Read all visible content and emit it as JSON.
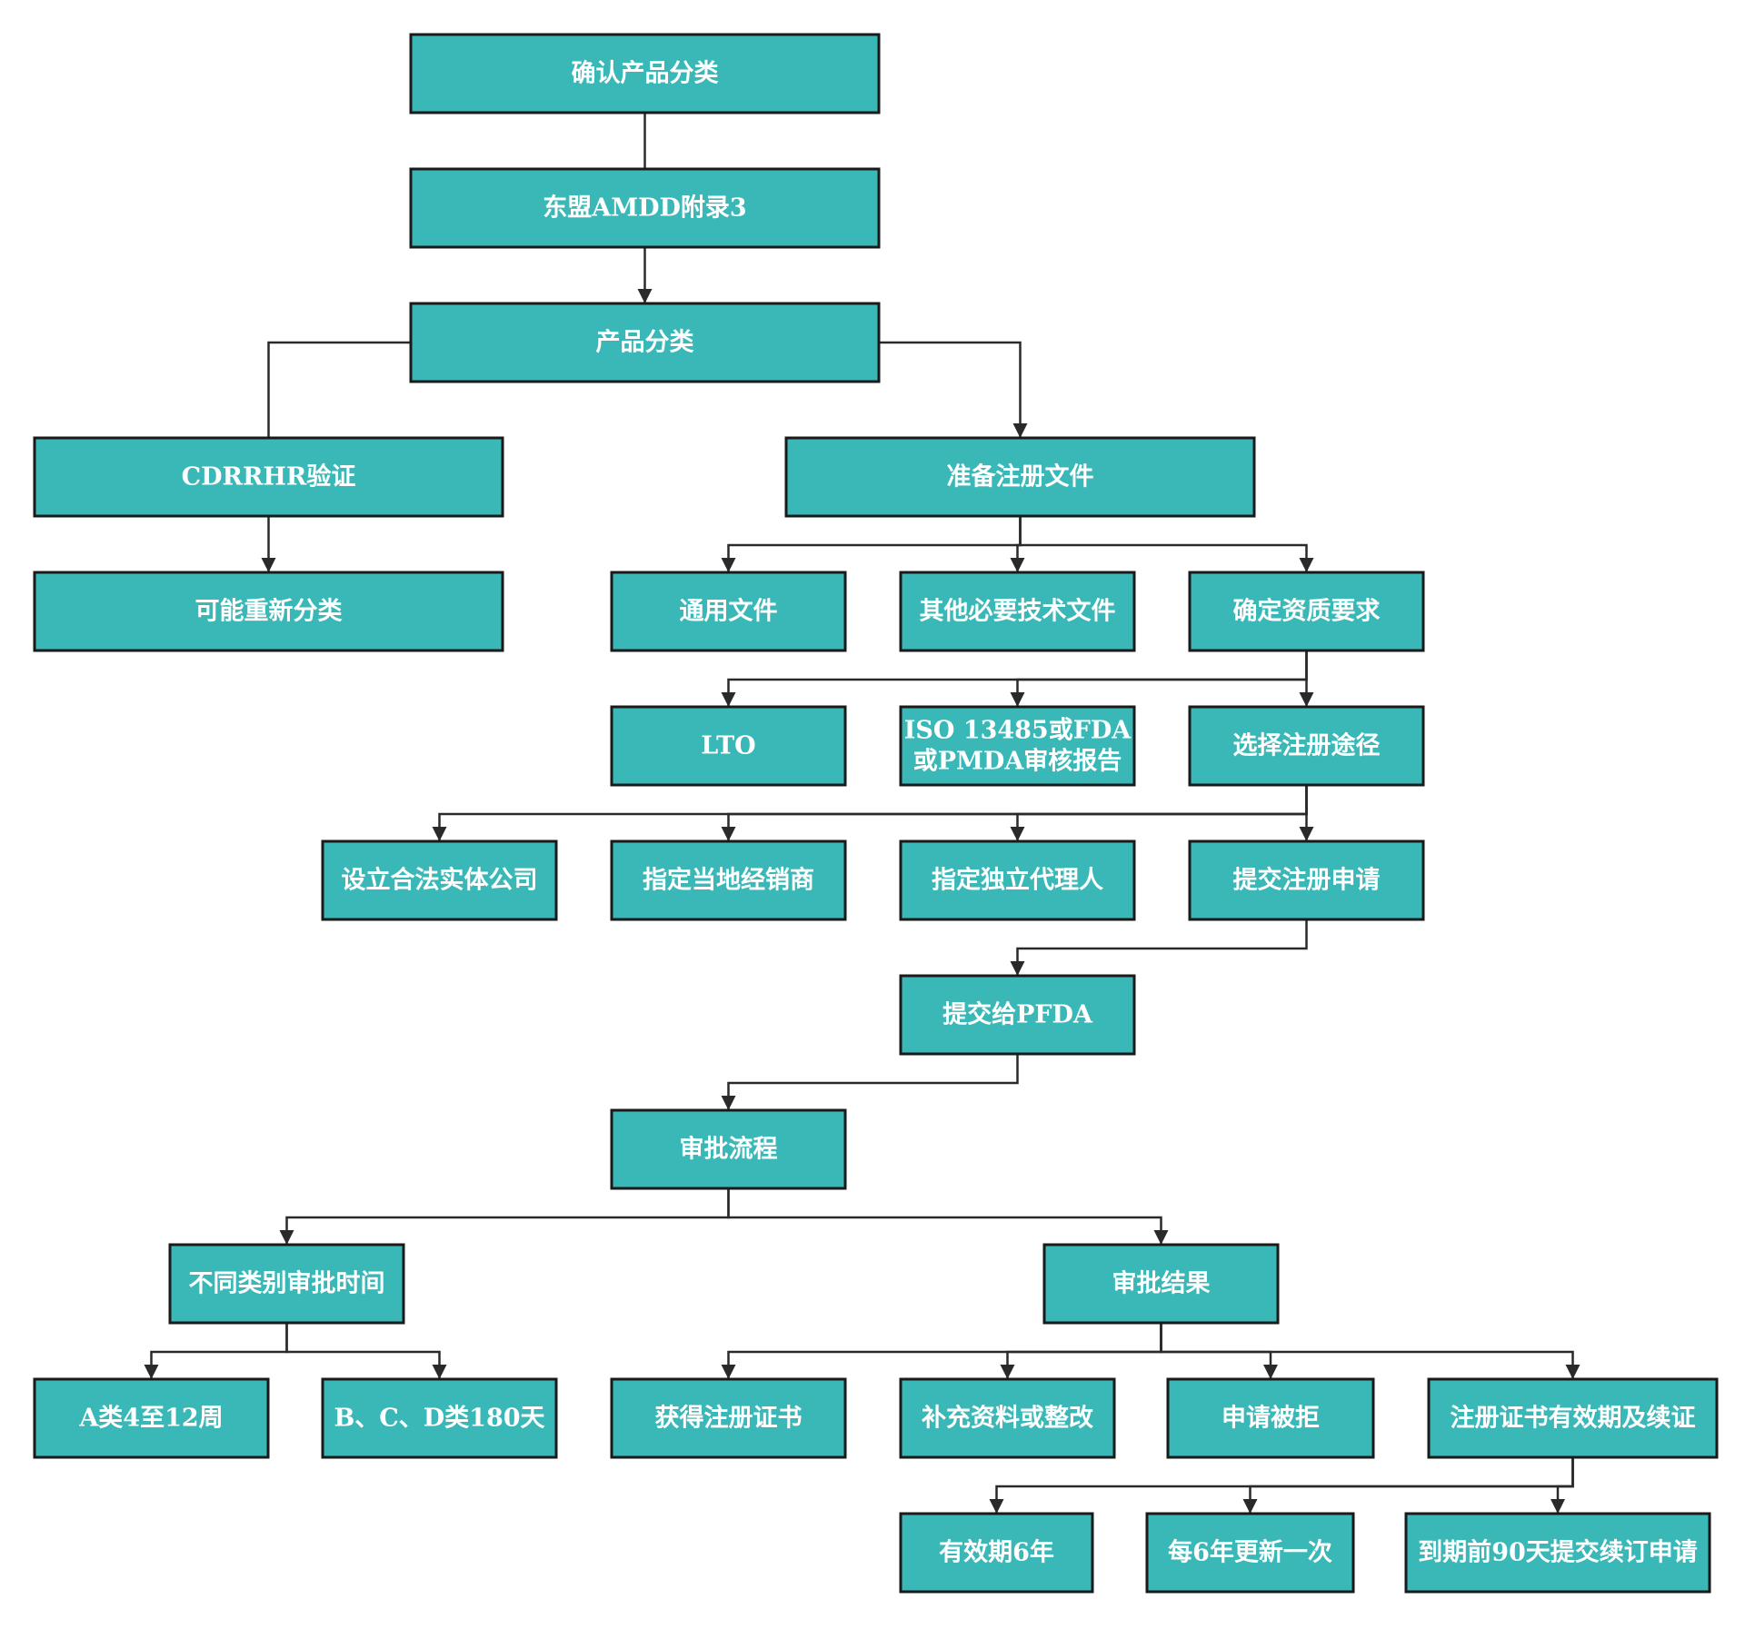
{
  "nodes": [
    {
      "id": "confirm_classification",
      "lines": [
        "确认产品分类"
      ]
    },
    {
      "id": "asean_amdd_annex3",
      "lines": [
        "东盟AMDD附录3"
      ]
    },
    {
      "id": "product_classification",
      "lines": [
        "产品分类"
      ]
    },
    {
      "id": "cdrrhr_verification",
      "lines": [
        "CDRRHR验证"
      ]
    },
    {
      "id": "possible_reclassification",
      "lines": [
        "可能重新分类"
      ]
    },
    {
      "id": "prepare_registration_docs",
      "lines": [
        "准备注册文件"
      ]
    },
    {
      "id": "general_docs",
      "lines": [
        "通用文件"
      ]
    },
    {
      "id": "other_technical_docs",
      "lines": [
        "其他必要技术文件"
      ]
    },
    {
      "id": "qualification_requirements",
      "lines": [
        "确定资质要求"
      ]
    },
    {
      "id": "lto",
      "lines": [
        "LTO"
      ]
    },
    {
      "id": "iso_fda_pmda",
      "lines": [
        "ISO 13485或FDA",
        "或PMDA审核报告"
      ]
    },
    {
      "id": "choose_registration_route",
      "lines": [
        "选择注册途径"
      ]
    },
    {
      "id": "legal_entity",
      "lines": [
        "设立合法实体公司"
      ]
    },
    {
      "id": "local_distributor",
      "lines": [
        "指定当地经销商"
      ]
    },
    {
      "id": "independent_agent",
      "lines": [
        "指定独立代理人"
      ]
    },
    {
      "id": "submit_application",
      "lines": [
        "提交注册申请"
      ]
    },
    {
      "id": "submit_pfda",
      "lines": [
        "提交给PFDA"
      ]
    },
    {
      "id": "approval_process",
      "lines": [
        "审批流程"
      ]
    },
    {
      "id": "approval_time_by_class",
      "lines": [
        "不同类别审批时间"
      ]
    },
    {
      "id": "approval_result",
      "lines": [
        "审批结果"
      ]
    },
    {
      "id": "class_a_time",
      "lines": [
        "A类4至12周"
      ]
    },
    {
      "id": "class_bcd_time",
      "lines": [
        "B、C、D类180天"
      ]
    },
    {
      "id": "obtain_certificate",
      "lines": [
        "获得注册证书"
      ]
    },
    {
      "id": "supplement_rectify",
      "lines": [
        "补充资料或整改"
      ]
    },
    {
      "id": "application_rejected",
      "lines": [
        "申请被拒"
      ]
    },
    {
      "id": "certificate_validity_renewal",
      "lines": [
        "注册证书有效期及续证"
      ]
    },
    {
      "id": "valid_6_years",
      "lines": [
        "有效期6年"
      ]
    },
    {
      "id": "renew_every_6_years",
      "lines": [
        "每6年更新一次"
      ]
    },
    {
      "id": "renew_90_days_before",
      "lines": [
        "到期前90天提交续订申请"
      ]
    }
  ],
  "edges": [
    {
      "from": "confirm_classification",
      "to": "asean_amdd_annex3",
      "arrow": false
    },
    {
      "from": "asean_amdd_annex3",
      "to": "product_classification",
      "arrow": true
    },
    {
      "from": "product_classification",
      "to": "cdrrhr_verification",
      "arrow": false
    },
    {
      "from": "product_classification",
      "to": "prepare_registration_docs",
      "arrow": true
    },
    {
      "from": "cdrrhr_verification",
      "to": "possible_reclassification",
      "arrow": true
    },
    {
      "from": "prepare_registration_docs",
      "to": "general_docs",
      "arrow": true
    },
    {
      "from": "prepare_registration_docs",
      "to": "other_technical_docs",
      "arrow": true
    },
    {
      "from": "prepare_registration_docs",
      "to": "qualification_requirements",
      "arrow": true
    },
    {
      "from": "qualification_requirements",
      "to": "lto",
      "arrow": true
    },
    {
      "from": "qualification_requirements",
      "to": "iso_fda_pmda",
      "arrow": true
    },
    {
      "from": "qualification_requirements",
      "to": "choose_registration_route",
      "arrow": true
    },
    {
      "from": "choose_registration_route",
      "to": "legal_entity",
      "arrow": true
    },
    {
      "from": "choose_registration_route",
      "to": "local_distributor",
      "arrow": true
    },
    {
      "from": "choose_registration_route",
      "to": "independent_agent",
      "arrow": true
    },
    {
      "from": "choose_registration_route",
      "to": "submit_application",
      "arrow": true
    },
    {
      "from": "submit_application",
      "to": "submit_pfda",
      "arrow": true
    },
    {
      "from": "submit_pfda",
      "to": "approval_process",
      "arrow": true
    },
    {
      "from": "approval_process",
      "to": "approval_time_by_class",
      "arrow": true
    },
    {
      "from": "approval_process",
      "to": "approval_result",
      "arrow": true
    },
    {
      "from": "approval_time_by_class",
      "to": "class_a_time",
      "arrow": true
    },
    {
      "from": "approval_time_by_class",
      "to": "class_bcd_time",
      "arrow": true
    },
    {
      "from": "approval_result",
      "to": "obtain_certificate",
      "arrow": true
    },
    {
      "from": "approval_result",
      "to": "supplement_rectify",
      "arrow": true
    },
    {
      "from": "approval_result",
      "to": "application_rejected",
      "arrow": true
    },
    {
      "from": "approval_result",
      "to": "certificate_validity_renewal",
      "arrow": true
    },
    {
      "from": "certificate_validity_renewal",
      "to": "valid_6_years",
      "arrow": true
    },
    {
      "from": "certificate_validity_renewal",
      "to": "renew_every_6_years",
      "arrow": true
    },
    {
      "from": "certificate_validity_renewal",
      "to": "renew_90_days_before",
      "arrow": true
    }
  ]
}
